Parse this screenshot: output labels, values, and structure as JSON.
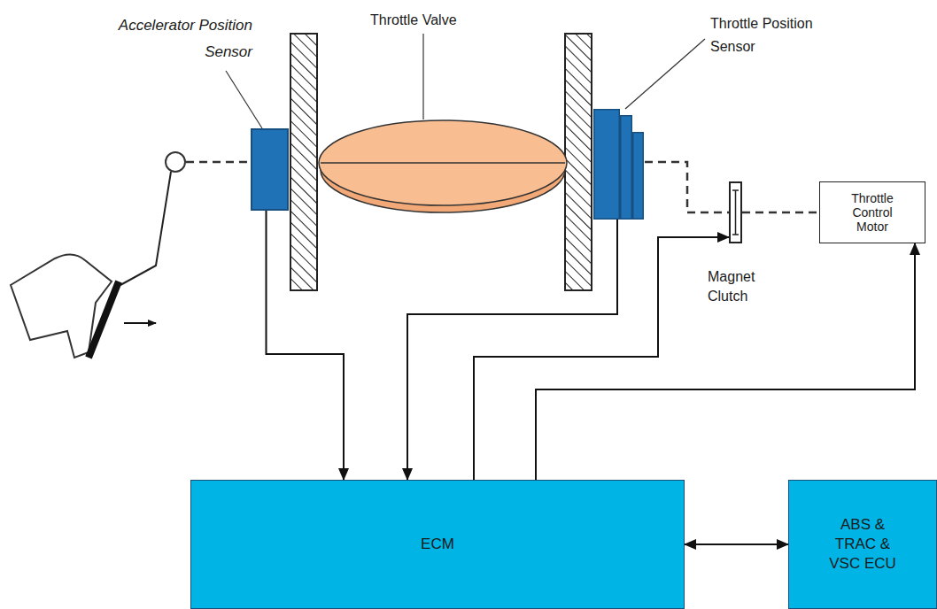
{
  "diagram": {
    "nodes": [
      {
        "text": [
          "Accelerator Position Sensor"
        ]
      },
      {
        "text": [
          "Throttle Position Sensor"
        ]
      },
      {
        "text": [
          "Magnet Clutch"
        ]
      },
      {
        "text": [
          "Throttle Control Motor"
        ]
      },
      {
        "text": [
          "ECM"
        ]
      },
      {
        "text": [
          "ABS & TRAC & VSC ECU"
        ]
      }
    ],
    "edges": [
      {
        "from": 0,
        "to": 4,
        "arrow": "to"
      },
      {
        "from": 1,
        "to": 4,
        "arrow": "to"
      },
      {
        "from": 4,
        "to": 2,
        "arrow": "to"
      },
      {
        "from": 4,
        "to": 3,
        "arrow": "to"
      },
      {
        "from": 4,
        "to": 5,
        "arrow": "both"
      }
    ],
    "labels": [
      "Throttle Valve"
    ]
  }
}
